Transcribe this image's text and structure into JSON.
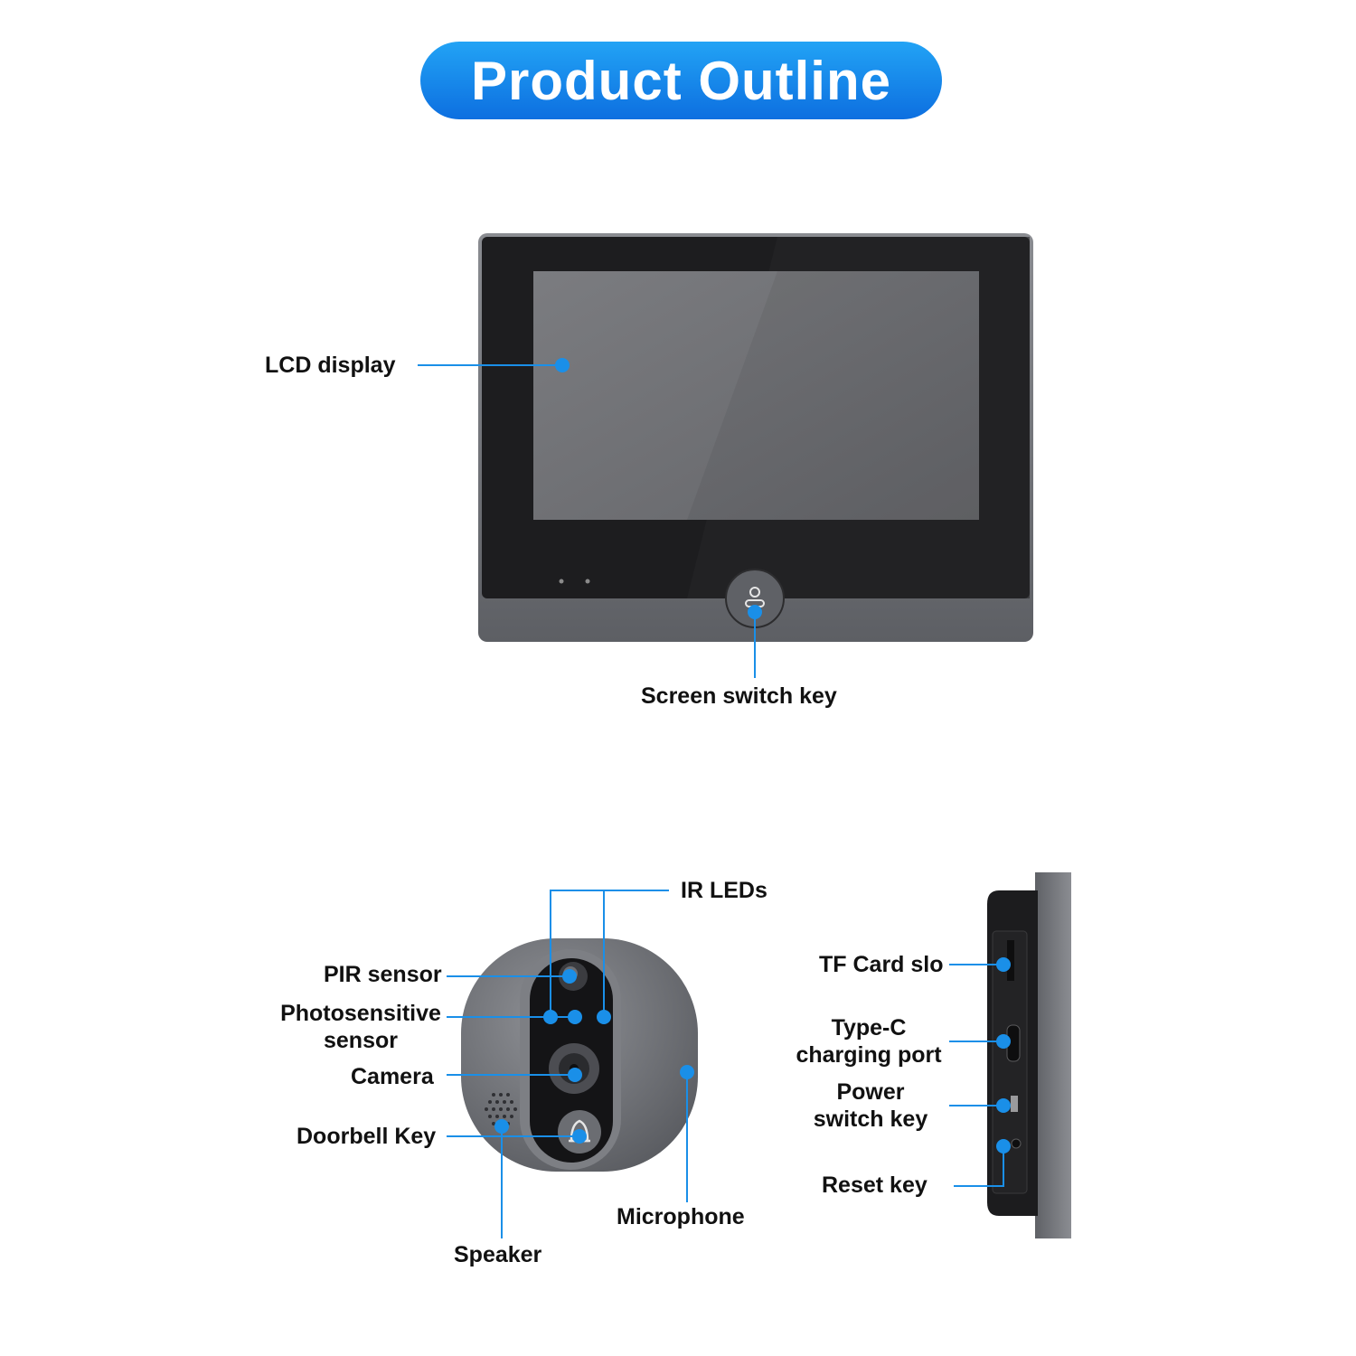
{
  "title": "Product Outline",
  "labels": {
    "lcd_display": "LCD display",
    "screen_switch_key": "Screen switch key",
    "ir_leds": "IR LEDs",
    "pir_sensor": "PIR sensor",
    "photosensitive_sensor": [
      "Photosensitive",
      "sensor"
    ],
    "camera": "Camera",
    "doorbell_key": "Doorbell Key",
    "speaker": "Speaker",
    "microphone": "Microphone",
    "tf_card_slot": "TF Card slo",
    "type_c_port": [
      "Type-C",
      "charging port"
    ],
    "power_switch_key": [
      "Power",
      "switch key"
    ],
    "reset_key": "Reset key"
  },
  "colors": {
    "accent": "#1a8fe8",
    "title_gradient_top": "#22a3f5",
    "title_gradient_bottom": "#0d6fe0",
    "device_body": "#6d6f74",
    "device_bezel": "#1c1c1e",
    "screen": "#6f7073"
  }
}
